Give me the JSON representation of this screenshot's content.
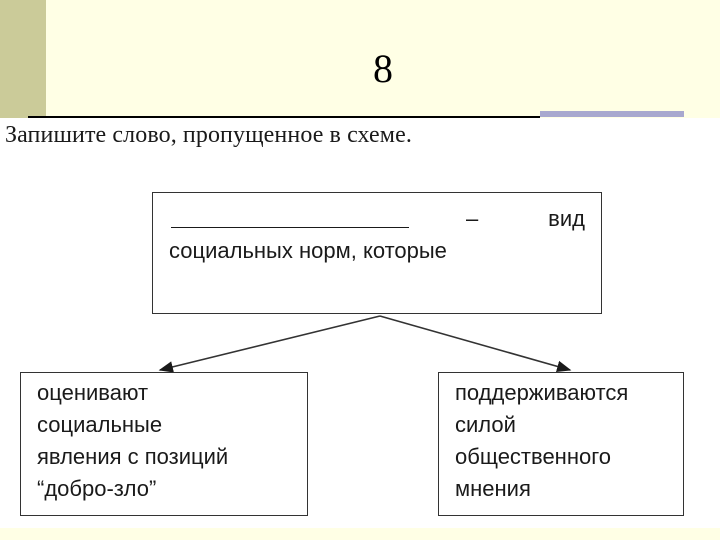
{
  "slide": {
    "title": "8"
  },
  "task": {
    "instruction": "Запишите слово, пропущенное в схеме."
  },
  "top_box": {
    "dash": "–",
    "word_vid": "вид",
    "line2": "социальных норм, которые"
  },
  "left_box": {
    "lines": [
      "оценивают",
      "социальные",
      "явления с позиций",
      "“добро-зло”"
    ]
  },
  "right_box": {
    "lines": [
      "поддерживаются",
      "силой",
      "общественного",
      "мнения"
    ]
  },
  "colors": {
    "background": "#FFFFE5",
    "side_bar": "#CBCB99",
    "accent_rule": "#A8A8CF",
    "text": "#000000"
  }
}
